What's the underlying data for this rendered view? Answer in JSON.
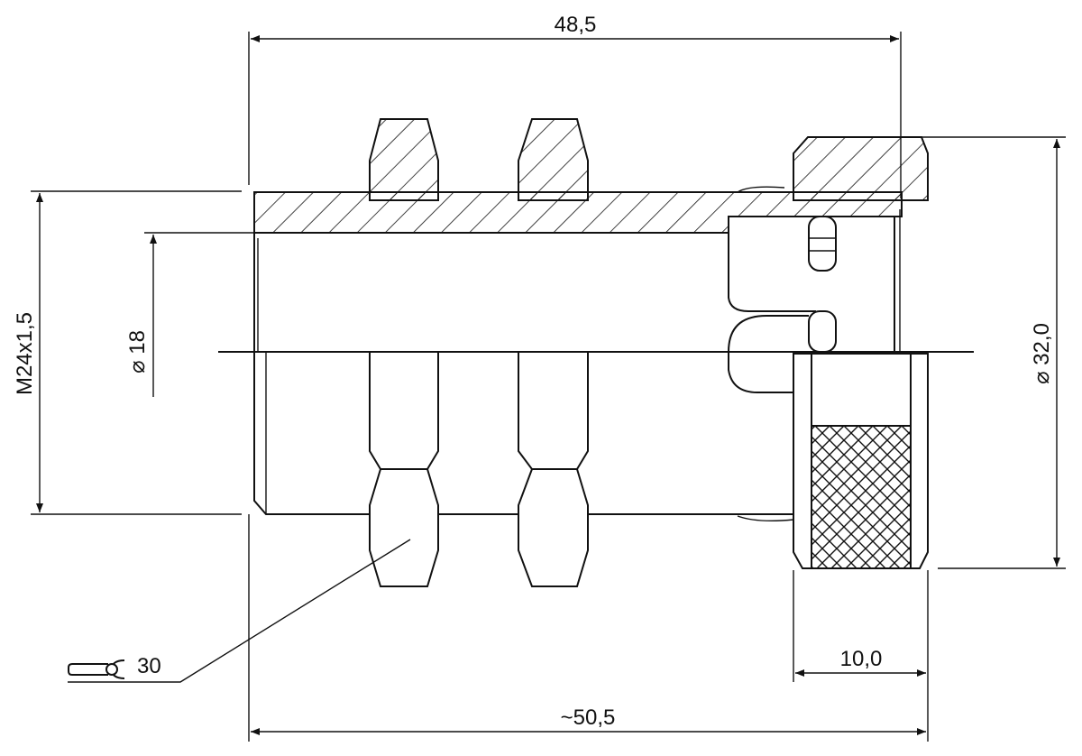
{
  "dimensions": {
    "length_thread_part": "48,5",
    "total_length": "~50,5",
    "nut_width": "10,0",
    "outer_diameter": "32,0",
    "thread": "M24x1,5",
    "bore_diameter": "18",
    "wrench_size": "30"
  },
  "symbols": {
    "diameter": "⌀",
    "wrench": "wrench-icon"
  },
  "colors": {
    "line": "#111111",
    "background": "#ffffff"
  }
}
